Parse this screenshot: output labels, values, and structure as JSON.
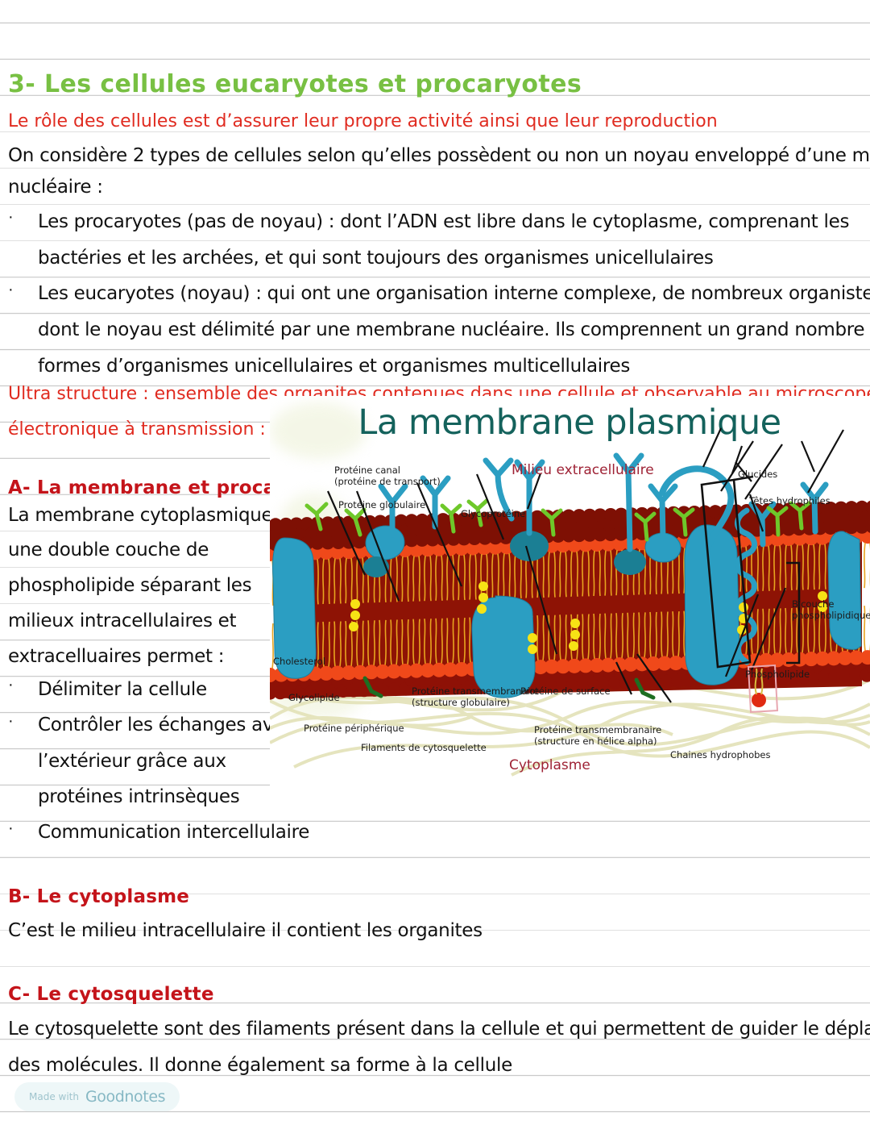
{
  "page": {
    "title": "3- Les cellules eucaryotes et procaryotes",
    "subtitle_red": "Le rôle des cellules est d’assurer leur propre activité ainsi que leur reproduction",
    "intro_line1": "On considère 2 types de cellules selon qu’elles possèdent ou non un noyau enveloppé d’une membrane",
    "intro_line2": "nucléaire :",
    "bullet_glyph": "·",
    "bullets": [
      {
        "line1": "Les procaryotes (pas de noyau) : dont l’ADN est libre dans le cytoplasme, comprenant les",
        "line2": "bactéries et les archées, et qui sont toujours des organismes unicellulaires"
      },
      {
        "line1": "Les eucaryotes (noyau) : qui ont une organisation interne complexe, de nombreux organistes, et",
        "line2": "dont le noyau est délimité par une membrane nucléaire. Ils comprennent un grand nombre de",
        "line3": "formes d’organismes unicellulaires et organismes multicellulaires"
      }
    ],
    "ultra_line1": "Ultra structure : ensemble des organites contenues dans une cellule et observable au microscope",
    "ultra_line2": "électronique à transmission :"
  },
  "section_a": {
    "heading": "A- La membrane et procaryotes",
    "lines": [
      "La membrane cytoplasmique est",
      "une double couche de",
      "phospholipide séparant les",
      "milieux intracellulaires et",
      "extracelluaires permet :"
    ],
    "bullets": [
      {
        "line1": "Délimiter la cellule"
      },
      {
        "line1": "Contrôler les échanges avec",
        "line2": "l’extérieur grâce aux",
        "line3": "protéines intrinsèques"
      },
      {
        "line1": "Communication intercellulaire"
      }
    ]
  },
  "section_b": {
    "heading": "B- Le cytoplasme",
    "body": "C’est le milieu intracellulaire il contient les organites"
  },
  "section_c": {
    "heading": "C- Le cytosquelette",
    "line1": "Le cytosquelette sont des filaments présent dans la cellule et qui permettent de guider le déplacement",
    "line2": "des molécules. Il donne également sa forme à la cellule"
  },
  "figure": {
    "title": "La membrane plasmique",
    "big_labels": {
      "extracellular": "Milieu extracellulaire",
      "cytoplasm": "Cytoplasme"
    },
    "labels": {
      "canal": "Protéine canal\n(protéine de transport)",
      "globulaire": "Protéine globulaire",
      "glycoproteine": "Glycoprotéine",
      "glucides": "Glucides",
      "tetes": "Têtes hydrophiles",
      "bicouche": "Bicouche\nphospholipidique",
      "phospholipide": "Phospholipide",
      "cholesterol": "Cholesterol",
      "glycolipide": "Glycolipide",
      "peripherique": "Protéine périphérique",
      "filaments": "Filaments de cytosquelette",
      "transmembranaire_glob": "Protéine transmembranaire\n(structure globulaire)",
      "surface": "Protéine de surface",
      "transmembranaire_helice": "Protéine transmembranaire\n(structure en hélice alpha)",
      "chaines": "Chaines hydrophobes"
    },
    "colors": {
      "title": "#14625c",
      "big_label": "#9e2235",
      "head_outer": "#a01408",
      "head_inner": "#f04a18",
      "tail": "#e8a020",
      "protein_blue": "#2a9fc4",
      "sugar_green": "#6ec82a",
      "cholesterol_yellow": "#f5e020",
      "cytoskeleton": "#e2e2b4"
    }
  },
  "watermark": {
    "made_with": "Made with",
    "brand": "Goodnotes"
  }
}
